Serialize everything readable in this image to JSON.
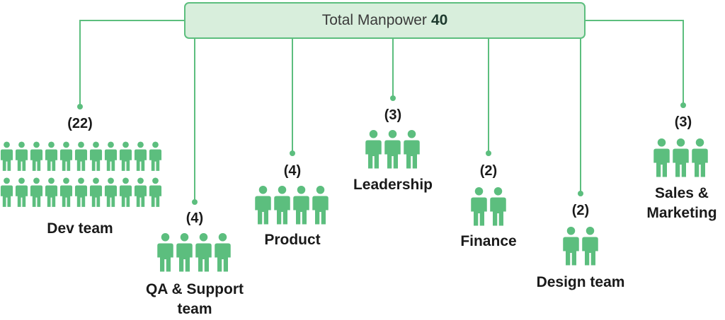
{
  "title": {
    "label": "Total Manpower",
    "value": "40"
  },
  "colors": {
    "accent": "#5cbe7e",
    "box_fill": "#d8eedc",
    "person": "#5cbe7e"
  },
  "teams": [
    {
      "name": "Dev team",
      "count_label": "(22)",
      "headcount": 22
    },
    {
      "name": "QA & Support team",
      "count_label": "(4)",
      "headcount": 4
    },
    {
      "name": "Product",
      "count_label": "(4)",
      "headcount": 4
    },
    {
      "name": "Leadership",
      "count_label": "(3)",
      "headcount": 3
    },
    {
      "name": "Finance",
      "count_label": "(2)",
      "headcount": 2
    },
    {
      "name": "Design team",
      "count_label": "(2)",
      "headcount": 2
    },
    {
      "name": "Sales & Marketing",
      "count_label": "(3)",
      "headcount": 3
    }
  ]
}
